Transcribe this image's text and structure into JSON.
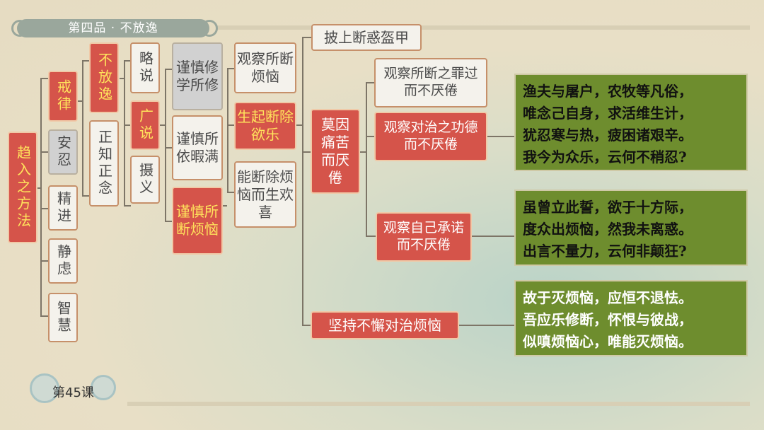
{
  "title": "第四品 · 不放逸",
  "lesson": "第45课",
  "nodes": {
    "root": "趋入之方法",
    "jielv": "戒律",
    "anren": "安忍",
    "jingjin": "精进",
    "jinglv": "静虑",
    "zhihui": "智慧",
    "bufangyi": "不放逸",
    "zhengzhi": "正知正念",
    "lueshuo": "略说",
    "guangshuo": "广说",
    "sheyi": "摄义",
    "jinshen_xiuxue": "谨慎修学所修",
    "jinshen_suoyi": "谨慎所依暇满",
    "jinshen_duan": "谨慎所断烦恼",
    "guancha_duan": "观察所断烦恼",
    "shengqi": "生起断除欲乐",
    "nengduan": "能断除烦恼而生欢喜",
    "moyin": "莫因痛苦而厌倦",
    "pishang": "披上断惑盔甲",
    "jianchi": "坚持不懈对治烦恼",
    "guancha_zui": "观察所断之罪过而不厌倦",
    "guancha_gong": "观察对治之功德而不厌倦",
    "guancha_cheng": "观察自己承诺而不厌倦"
  },
  "quotes": {
    "q1": "渔夫与屠户，农牧等凡俗，\n唯念己自身，求活维生计，\n犹忍寒与热，疲困诸艰辛。\n我今为众乐，云何不稍忍?",
    "q2": "虽曾立此誓，欲于十方际，\n度众出烦恼，然我未离惑。\n出言不量力，云何非颠狂?",
    "q3": "故于灭烦恼，应恒不退怯。\n吾应乐修断，怀恨与彼战，\n似嗔烦恼心，唯能灭烦恼。"
  }
}
